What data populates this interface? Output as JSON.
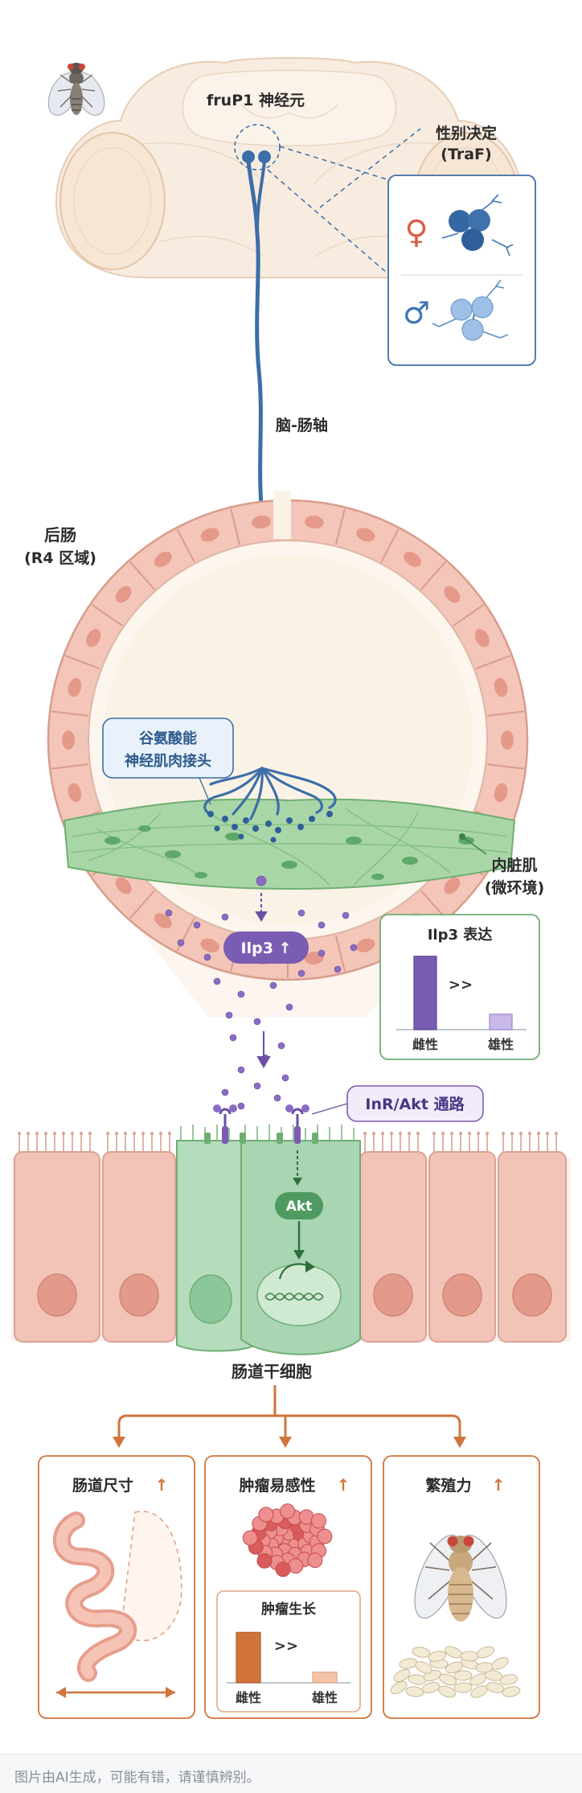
{
  "labels": {
    "neuron": "fruP1 神经元",
    "sex_determination": "性别决定",
    "sex_determination_gene": "(TraF)",
    "female_symbol": "♀",
    "male_symbol": "♂",
    "brain_gut_axis": "脑-肠轴",
    "hindgut": "后肠",
    "hindgut_region": "(R4 区域)",
    "glutamatergic_nmj_line1": "谷氨酸能",
    "glutamatergic_nmj_line2": "神经肌肉接头",
    "visceral_muscle": "内脏肌",
    "microenvironment": "(微环境)",
    "ilp3_pill": "Ilp3 ↑",
    "ilp3_expression_title": "Ilp3 表达",
    "compare_symbol": ">>",
    "female": "雌性",
    "male": "雄性",
    "pathway": "InR/Akt 通路",
    "akt": "Akt",
    "stem_cell": "肠道干细胞",
    "outcome_gut_size": "肠道尺寸",
    "outcome_tumor": "肿瘤易感性",
    "outcome_fertility": "繁殖力",
    "up_arrow": "↑",
    "tumor_growth_title": "肿瘤生长",
    "footer": "图片由AI生成，可能有错，请谨慎辨别。"
  },
  "colors": {
    "neuron_blue": "#3c6ea8",
    "female_red": "#d9604a",
    "male_blue": "#3f77b4",
    "ilp3_purple": "#7b5cb3",
    "muscle_green": "#9ccc9c",
    "gut_pink": "#f2c4b8",
    "stem_green": "#a9d5b2",
    "outcome_orange": "#d0743c"
  },
  "charts": {
    "ilp3_expression": {
      "type": "bar",
      "categories": [
        "雌性",
        "雄性"
      ],
      "values": [
        0.95,
        0.2
      ]
    },
    "tumor_growth": {
      "type": "bar",
      "categories": [
        "雌性",
        "雄性"
      ],
      "values": [
        0.95,
        0.2
      ]
    }
  }
}
